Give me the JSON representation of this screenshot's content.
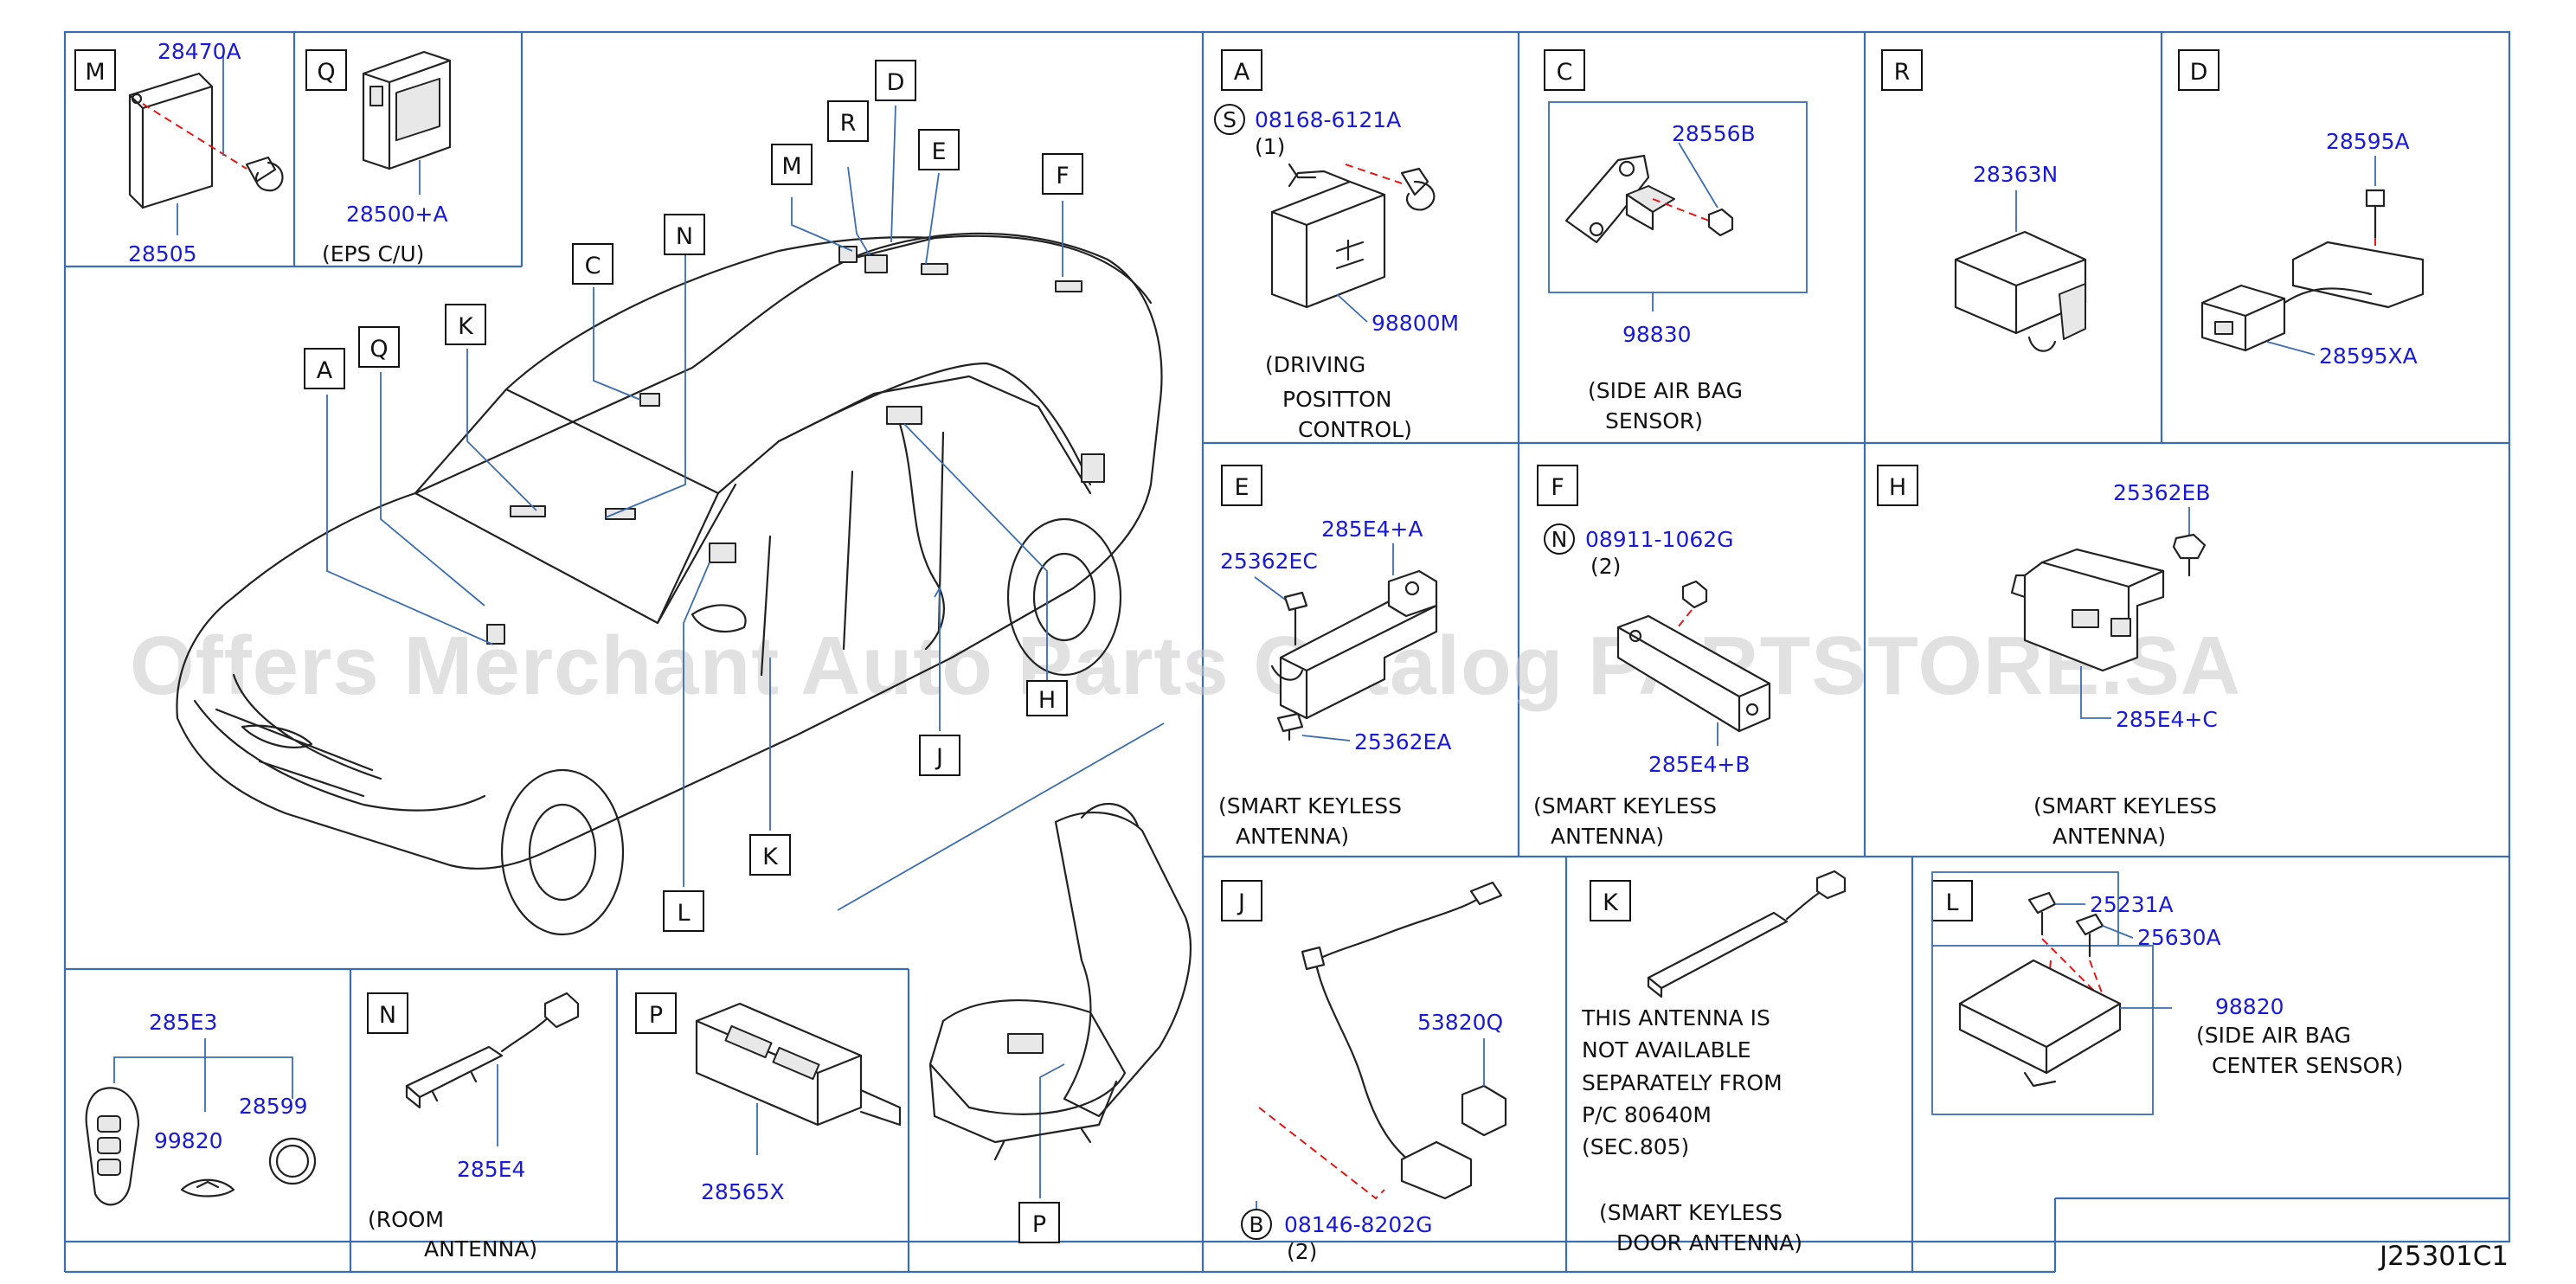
{
  "sheet_id": "J25301C1",
  "watermark": "Offers Merchant Auto Parts Catalog PARTSTORE.SA",
  "colors": {
    "part_number": "#1a1ad6",
    "frame": "#3b6db0",
    "dashed_guide": "#e01818"
  },
  "overview_labels": [
    "A",
    "Q",
    "K",
    "C",
    "N",
    "M",
    "R",
    "D",
    "E",
    "F",
    "H",
    "J",
    "K",
    "L",
    "P"
  ],
  "panels": {
    "M": {
      "letter": "M",
      "parts": [
        "28470A",
        "28505"
      ]
    },
    "Q": {
      "letter": "Q",
      "parts": [
        "28500+A"
      ],
      "caption": "(EPS   C/U)"
    },
    "A": {
      "letter": "A",
      "symbol": "S",
      "parts": [
        "08168-6121A",
        "98800M"
      ],
      "qty": "(1)",
      "caption": [
        "(DRIVING",
        "POSITTON",
        "CONTROL)"
      ]
    },
    "C": {
      "letter": "C",
      "parts": [
        "28556B",
        "98830"
      ],
      "caption": [
        "(SIDE   AIR   BAG",
        "SENSOR)"
      ]
    },
    "R": {
      "letter": "R",
      "parts": [
        "28363N"
      ]
    },
    "D": {
      "letter": "D",
      "parts": [
        "28595A",
        "28595XA"
      ]
    },
    "E": {
      "letter": "E",
      "parts": [
        "285E4+A",
        "25362EC",
        "25362EA"
      ],
      "caption": [
        "(SMART   KEYLESS",
        "ANTENNA)"
      ]
    },
    "F": {
      "letter": "F",
      "symbol": "N",
      "parts": [
        "08911-1062G",
        "285E4+B"
      ],
      "qty": "(2)",
      "caption": [
        "(SMART   KEYLESS",
        "ANTENNA)"
      ]
    },
    "H": {
      "letter": "H",
      "parts": [
        "25362EB",
        "285E4+C"
      ],
      "caption": [
        "(SMART   KEYLESS",
        "ANTENNA)"
      ]
    },
    "KEY": {
      "parts": [
        "285E3",
        "28599",
        "99820"
      ]
    },
    "N": {
      "letter": "N",
      "parts": [
        "285E4"
      ],
      "caption": [
        "(ROOM",
        "ANTENNA)"
      ]
    },
    "P": {
      "letter": "P",
      "parts": [
        "28565X"
      ]
    },
    "J": {
      "letter": "J",
      "symbol": "B",
      "parts": [
        "53820Q",
        "08146-8202G"
      ],
      "qty": "(2)"
    },
    "K": {
      "letter": "K",
      "note": [
        "THIS   ANTENNA   IS",
        "NOT   AVAILABLE",
        "SEPARATELY   FROM",
        "P/C   80640M",
        "(SEC.805)"
      ],
      "caption": [
        "(SMART   KEYLESS",
        "DOOR   ANTENNA)"
      ]
    },
    "L": {
      "letter": "L",
      "parts": [
        "25231A",
        "25630A",
        "98820"
      ],
      "caption": [
        "(SIDE   AIR   BAG",
        "CENTER   SENSOR)"
      ]
    }
  }
}
